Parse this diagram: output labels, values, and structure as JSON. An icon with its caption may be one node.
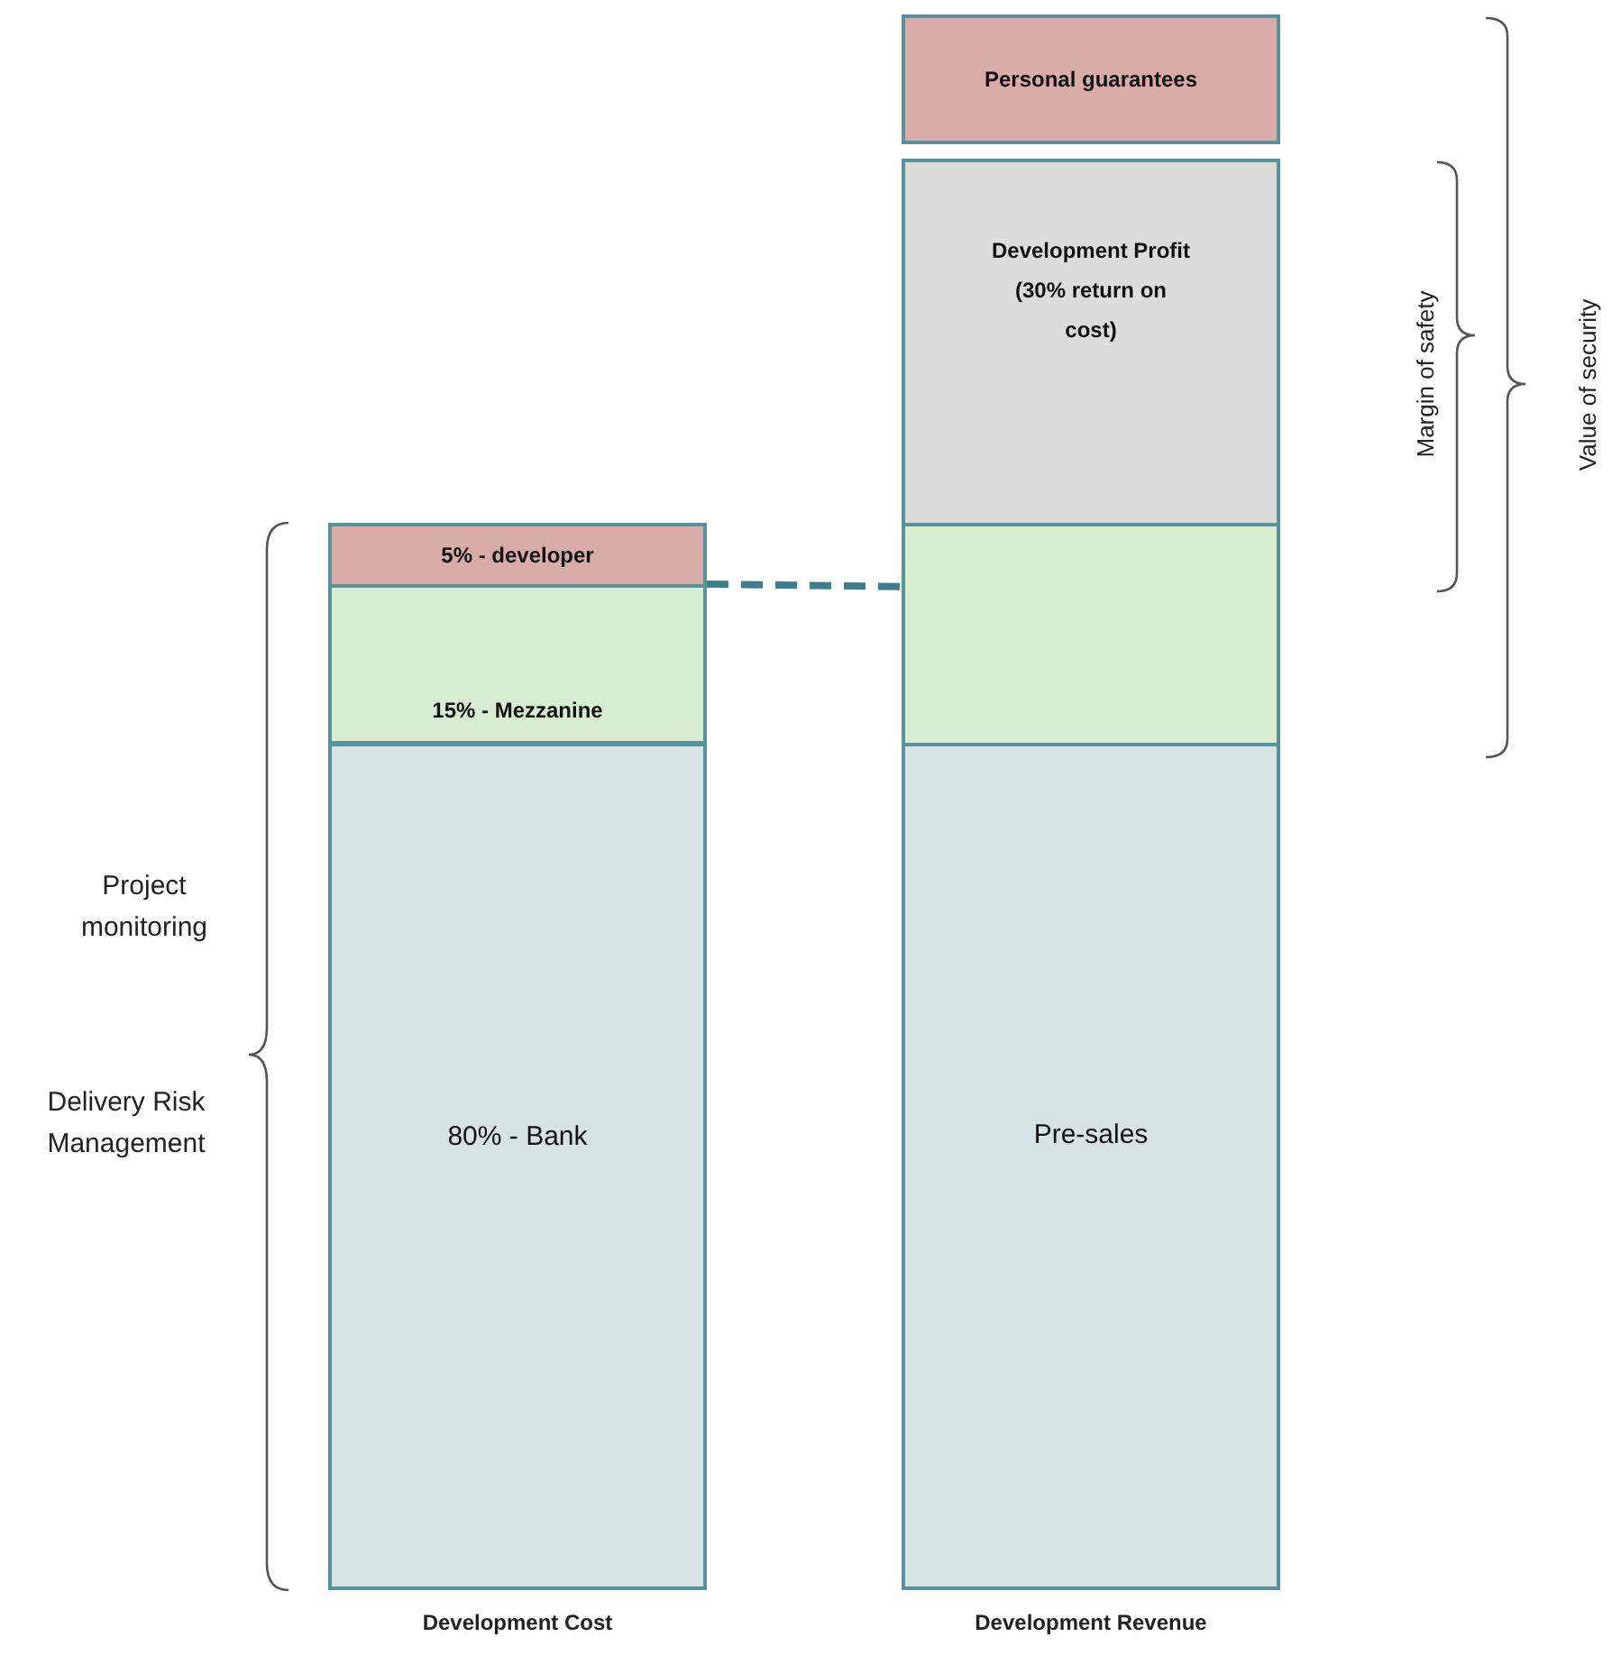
{
  "diagram": {
    "nodes": [
      {
        "text": [
          "Personal guarantees"
        ]
      },
      {
        "text": [
          "Development Profit",
          "(30% return on cost)"
        ]
      },
      {
        "text": [],
        "shape": "box"
      },
      {
        "text": [
          "Pre-sales"
        ]
      },
      {
        "text": [
          "5% - developer"
        ]
      },
      {
        "text": [
          "15% - Mezzanine"
        ]
      },
      {
        "text": [
          "80% - Bank"
        ]
      }
    ],
    "edges": [
      {
        "from": 4,
        "to": 2,
        "arrow": "none",
        "style": "dashed"
      }
    ],
    "labels": [
      "Margin of safety",
      "Value of security",
      "Project monitoring",
      "Delivery Risk Management",
      "Development Cost",
      "Development Revenue"
    ]
  }
}
